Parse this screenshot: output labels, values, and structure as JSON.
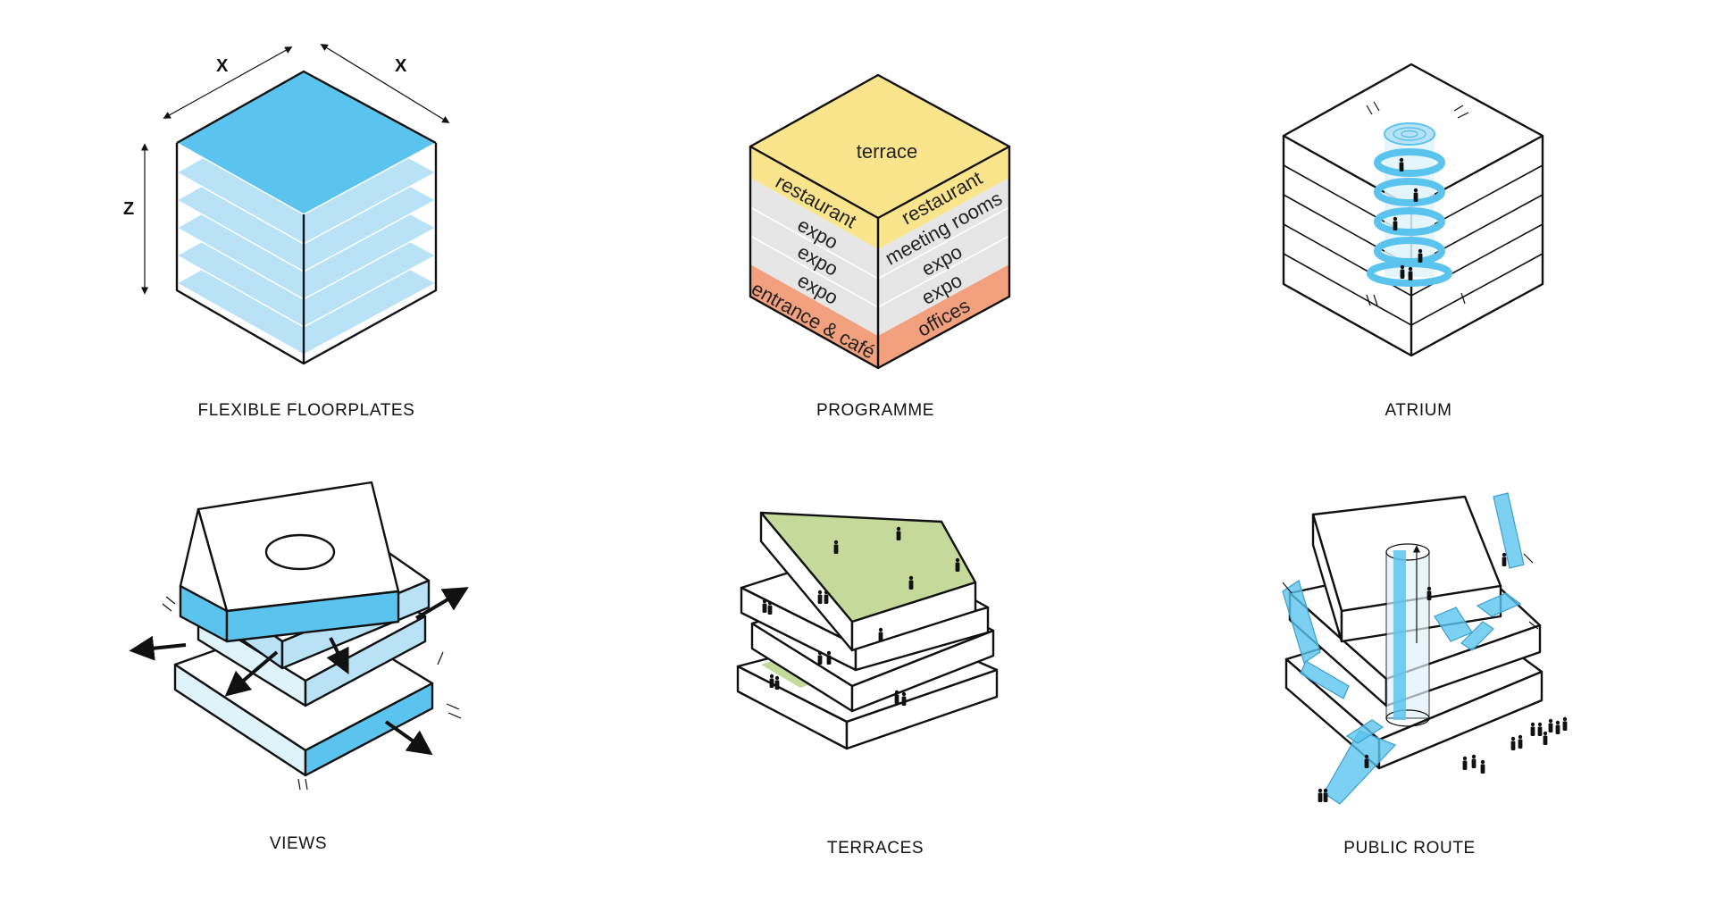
{
  "dimensions": {
    "x_left": "X",
    "x_right": "X",
    "z": "Z"
  },
  "captions": {
    "flexible": "FLEXIBLE FLOORPLATES",
    "programme": "PROGRAMME",
    "atrium": "ATRIUM",
    "views": "VIEWS",
    "terraces": "TERRACES",
    "public_route": "PUBLIC ROUTE"
  },
  "programme": {
    "top": "terrace",
    "left_floors": [
      "restaurant",
      "expo",
      "expo",
      "expo",
      "entrance & café"
    ],
    "right_floors": [
      "restaurant",
      "meeting rooms",
      "expo",
      "expo",
      "offices"
    ]
  },
  "colors": {
    "blue": "#5bc4ee",
    "light_blue": "#b9e2f6",
    "pale_blue": "#dff3fb",
    "yellow": "#fbe58c",
    "salmon": "#f2a07e",
    "grey": "#e6e6e6",
    "green": "#c4d99a",
    "ink": "#111111"
  }
}
